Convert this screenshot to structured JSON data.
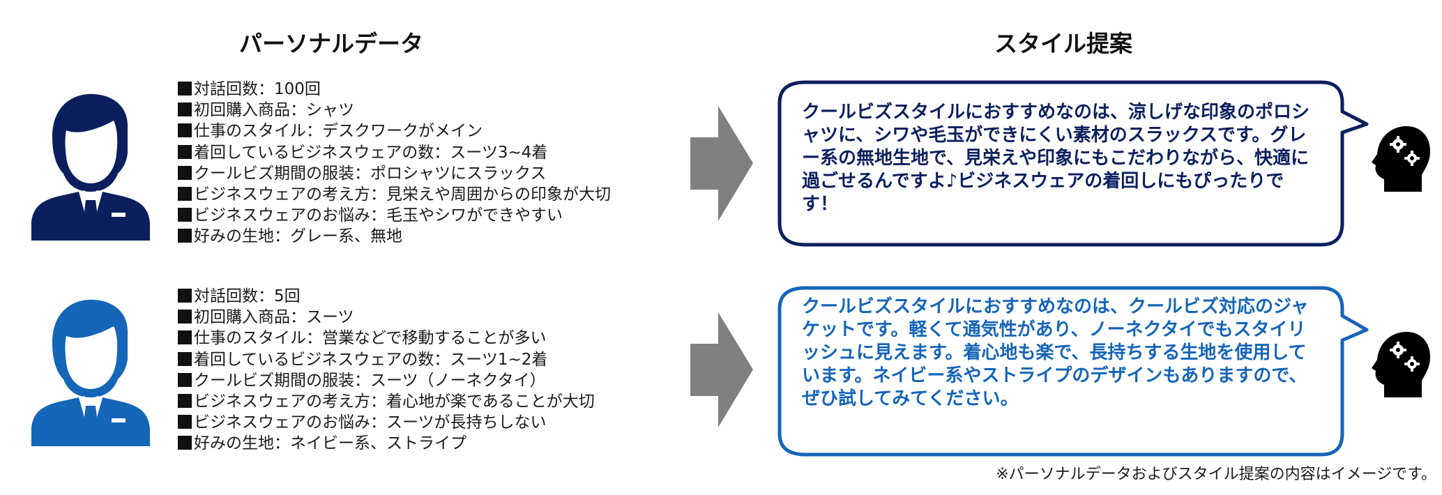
{
  "headings": {
    "left": "パーソナルデータ",
    "right": "スタイル提案"
  },
  "colors": {
    "navy": "#0b1f5e",
    "blue": "#1565b8",
    "arrow": "#808080"
  },
  "persons": [
    {
      "avatar_icon": "businessman-icon",
      "avatar_color": "#0b1f5e",
      "data": [
        "対話回数：100回",
        "初回購入商品：シャツ",
        "仕事のスタイル：デスクワークがメイン",
        "着回しているビジネスウェアの数：スーツ3~4着",
        "クールビズ期間の服装：ポロシャツにスラックス",
        "ビジネスウェアの考え方：見栄えや周囲からの印象が大切",
        "ビジネスウェアのお悩み：毛玉やシワができやすい",
        "好みの生地：グレー系、無地"
      ],
      "suggestion": "クールビズスタイルにおすすめなのは、涼しげな印象のポロシャツに、シワや毛玉ができにくい素材のスラックスです。グレー系の無地生地で、見栄えや印象にもこだわりながら、快適に過ごせるんですよ♪ビジネスウェアの着回しにもぴったりです！"
    },
    {
      "avatar_icon": "businessman-icon",
      "avatar_color": "#1565b8",
      "data": [
        "対話回数：5回",
        "初回購入商品：スーツ",
        "仕事のスタイル：営業などで移動することが多い",
        "着回しているビジネスウェアの数：スーツ1~2着",
        "クールビズ期間の服装：スーツ（ノーネクタイ）",
        "ビジネスウェアの考え方：着心地が楽であることが大切",
        "ビジネスウェアのお悩み：スーツが長持ちしない",
        "好みの生地：ネイビー系、ストライプ"
      ],
      "suggestion": "クールビズスタイルにおすすめなのは、クールビズ対応のジャケットです。軽くて通気性があり、ノーネクタイでもスタイリッシュに見えます。着心地も楽で、長持ちする生地を使用しています。ネイビー系やストライプのデザインもありますので、ぜひ試してみてください。"
    }
  ],
  "arrow_icon": "right-arrow-icon",
  "thinker_icon": "head-gears-icon",
  "footnote": "※パーソナルデータおよびスタイル提案の内容はイメージです。"
}
